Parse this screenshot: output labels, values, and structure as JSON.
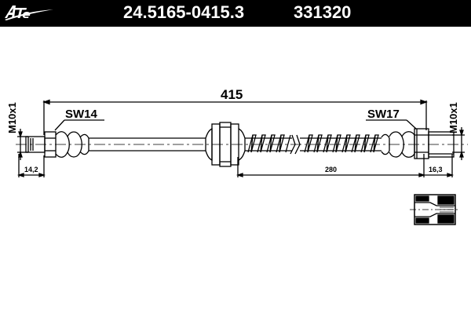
{
  "header": {
    "logo_text": "Ate",
    "part_number": "24.5165-0415.3",
    "ref_number": "331320"
  },
  "dimensions": {
    "overall_length": "415",
    "hose_section": "280",
    "left_fitting": "14,2",
    "right_fitting": "16,3",
    "left_wrench": "SW14",
    "right_wrench": "SW17",
    "left_thread": "M10x1",
    "right_thread": "M10x1"
  },
  "colors": {
    "header_bg": "#000000",
    "header_text": "#ffffff",
    "line": "#000000",
    "background": "#ffffff"
  }
}
